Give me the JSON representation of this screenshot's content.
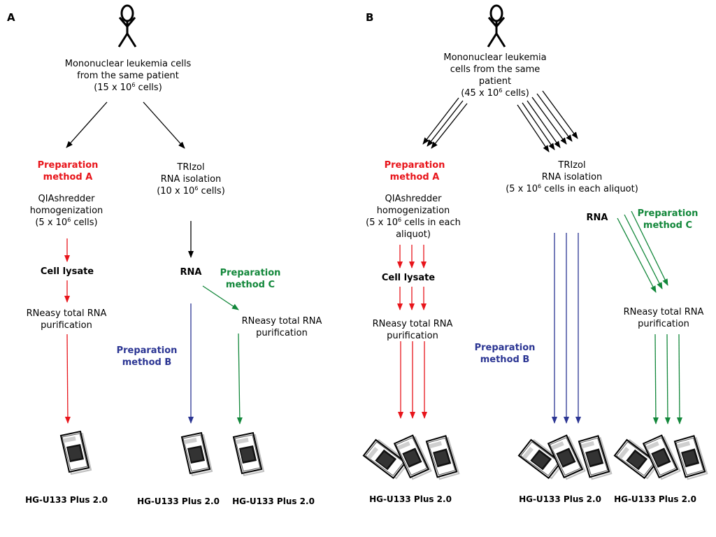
{
  "panel_a": {
    "letter": "A",
    "cells_line1": "Mononuclear leukemia cells",
    "cells_line2": "from the same patient",
    "cells_count_pre": "(15 x 10",
    "cells_count_exp": "6",
    "cells_count_post": " cells)",
    "method_a_line1": "Preparation",
    "method_a_line2": "method A",
    "qia_line1": "QIAshredder",
    "qia_line2": "homogenization",
    "qia_count_pre": "(5 x 10",
    "qia_count_exp": "6",
    "qia_count_post": " cells)",
    "cell_lysate": "Cell lysate",
    "rneasy_a_line1": "RNeasy total RNA",
    "rneasy_a_line2": "purification",
    "trizol_line1": "TRIzol",
    "trizol_line2": "RNA isolation",
    "trizol_count_pre": "(10 x 10",
    "trizol_count_exp": "6",
    "trizol_count_post": " cells)",
    "rna": "RNA",
    "method_c_line1": "Preparation",
    "method_c_line2": "method C",
    "rneasy_c_line1": "RNeasy total RNA",
    "rneasy_c_line2": "purification",
    "method_b_line1": "Preparation",
    "method_b_line2": "method B",
    "chip1": "HG-U133 Plus 2.0",
    "chip2": "HG-U133 Plus 2.0",
    "chip3": "HG-U133 Plus 2.0"
  },
  "panel_b": {
    "letter": "B",
    "cells_line1": "Mononuclear leukemia",
    "cells_line2": "cells from the same",
    "cells_line3": "patient",
    "cells_count_pre": "(45 x 10",
    "cells_count_exp": "6",
    "cells_count_post": " cells)",
    "method_a_line1": "Preparation",
    "method_a_line2": "method A",
    "qia_line1": "QIAshredder",
    "qia_line2": "homogenization",
    "qia_count_pre": "(5 x 10",
    "qia_count_exp": "6",
    "qia_count_post": " cells in each",
    "qia_line4": "aliquot)",
    "cell_lysate": "Cell lysate",
    "rneasy_a_line1": "RNeasy total RNA",
    "rneasy_a_line2": "purification",
    "trizol_line1": "TRIzol",
    "trizol_line2": "RNA isolation",
    "trizol_count_pre": "(5 x 10",
    "trizol_count_exp": "6",
    "trizol_count_post": " cells in each aliquot)",
    "rna": "RNA",
    "method_c_line1": "Preparation",
    "method_c_line2": "method C",
    "rneasy_c_line1": "RNeasy total RNA",
    "rneasy_c_line2": "purification",
    "method_b_line1": "Preparation",
    "method_b_line2": "method B",
    "chip1": "HG-U133 Plus 2.0",
    "chip2": "HG-U133 Plus 2.0",
    "chip3": "HG-U133 Plus 2.0"
  },
  "colors": {
    "method_a": "#e8151b",
    "method_b": "#2b3593",
    "method_c": "#12873a",
    "default": "#000000"
  },
  "icons": {
    "patient": "stick-figure-icon",
    "chip": "microarray-chip-icon"
  }
}
